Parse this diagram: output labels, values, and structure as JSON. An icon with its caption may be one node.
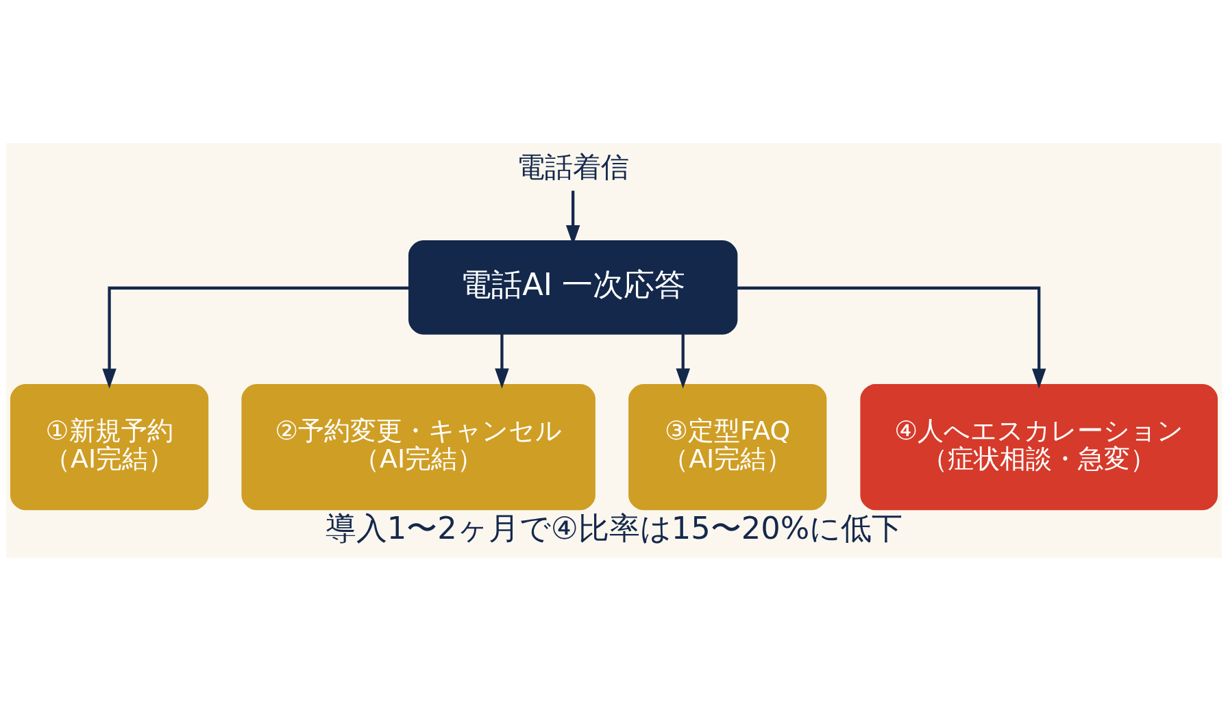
{
  "diagram": {
    "caption": "導入1〜2ヶ月で④比率は15〜20%に低下",
    "nodes": [
      {
        "text": [
          "電話着信"
        ]
      },
      {
        "text": [
          "電話AI 一次応答"
        ]
      },
      {
        "text": [
          "①新規予約",
          "（AI完結）"
        ]
      },
      {
        "text": [
          "②予約変更・キャンセル",
          "（AI完結）"
        ]
      },
      {
        "text": [
          "③定型FAQ",
          "（AI完結）"
        ]
      },
      {
        "text": [
          "④人へエスカレーション",
          "（症状相談・急変）"
        ]
      }
    ],
    "edges": [
      {
        "from": 0,
        "to": 1,
        "arrow": "to"
      },
      {
        "from": 1,
        "to": 2,
        "arrow": "to"
      },
      {
        "from": 1,
        "to": 3,
        "arrow": "to"
      },
      {
        "from": 1,
        "to": 4,
        "arrow": "to"
      },
      {
        "from": 1,
        "to": 5,
        "arrow": "to"
      }
    ]
  }
}
